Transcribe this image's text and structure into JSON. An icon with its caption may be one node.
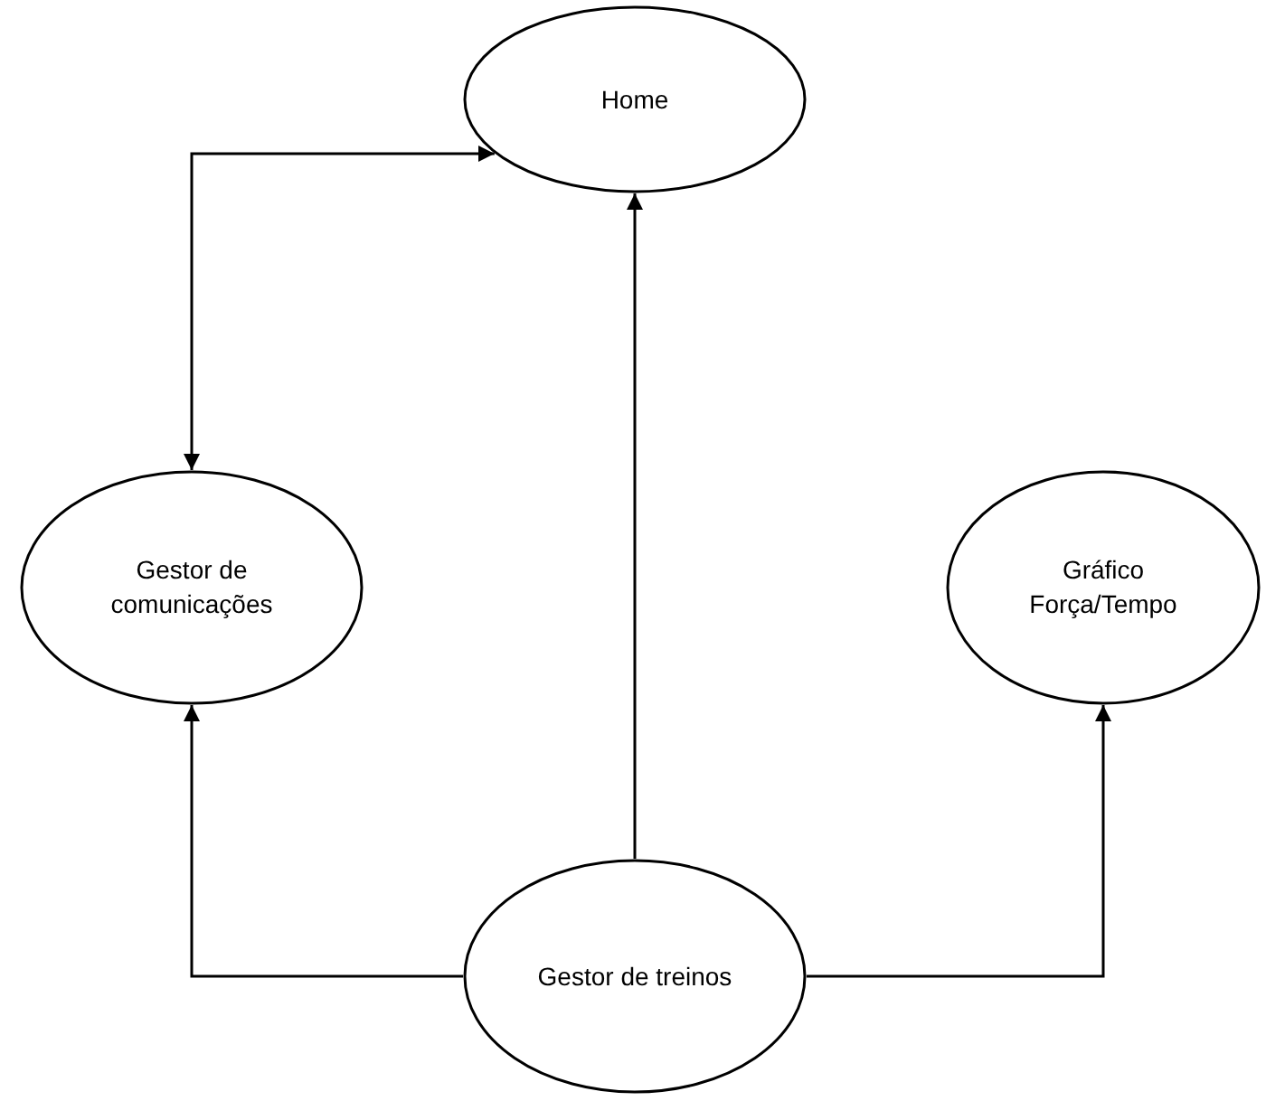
{
  "diagram": {
    "nodes": [
      {
        "text": [
          "Home"
        ]
      },
      {
        "text": [
          "Gestor de comunicações"
        ]
      },
      {
        "text": [
          "Gráfico Força/Tempo"
        ]
      },
      {
        "text": [
          "Gestor de treinos"
        ]
      }
    ],
    "edges": [
      {
        "from": 1,
        "to": 0,
        "arrow": "both"
      },
      {
        "from": 3,
        "to": 0,
        "arrow": "to"
      },
      {
        "from": 3,
        "to": 1,
        "arrow": "to"
      },
      {
        "from": 3,
        "to": 2,
        "arrow": "to"
      }
    ]
  }
}
